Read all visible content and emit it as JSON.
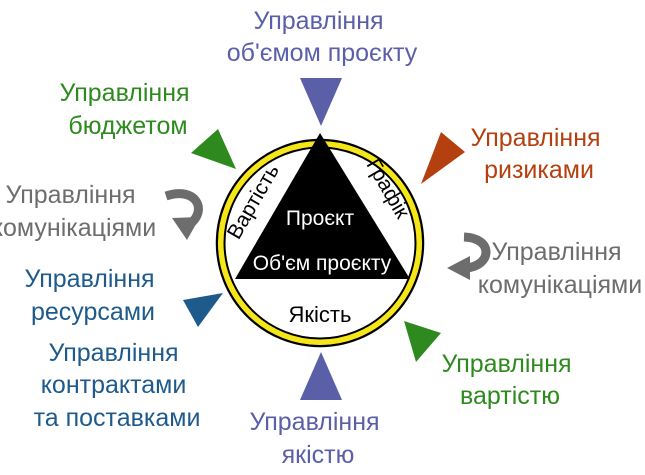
{
  "core": {
    "triangle_center": "Проєкт",
    "triangle_base": "Об'єм проєкту",
    "left_side": "Вартість",
    "right_side": "Графік",
    "bottom": "Якість"
  },
  "labels": {
    "scope": [
      "Управління",
      "об'ємом проєкту"
    ],
    "risks": [
      "Управління",
      "ризиками"
    ],
    "comms_right": [
      "Управління",
      "комунікаціями"
    ],
    "cost": [
      "Управління",
      "вартістю"
    ],
    "quality": [
      "Управління",
      "якістю"
    ],
    "contracts": [
      "Управління",
      "контрактами",
      "та поставками"
    ],
    "resources": [
      "Управління",
      "ресурсами"
    ],
    "comms_left": [
      "Управління",
      "комунікаціями"
    ],
    "budget": [
      "Управління",
      "бюджетом"
    ]
  },
  "colors": {
    "purple": "#5a5fa8",
    "red": "#b5400f",
    "gray": "#6d6d6d",
    "green": "#2e8a1f",
    "blue": "#1e5a8c",
    "ring": "#f5e61a",
    "triangle": "#000000"
  },
  "icons": {
    "arrow": "triangular-arrowhead",
    "curved": "curved-arrow"
  }
}
